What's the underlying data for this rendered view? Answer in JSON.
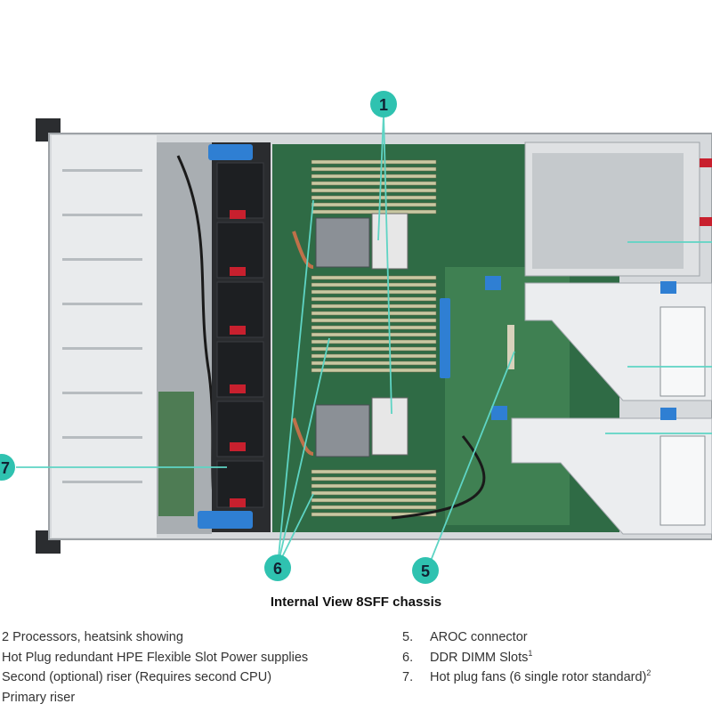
{
  "caption": "Internal View 8SFF chassis",
  "callouts": [
    {
      "id": "c1",
      "label": "1"
    },
    {
      "id": "c5",
      "label": "5"
    },
    {
      "id": "c6",
      "label": "6"
    },
    {
      "id": "c7",
      "label": "7"
    }
  ],
  "legend_left": [
    {
      "text": "2 Processors, heatsink showing"
    },
    {
      "text": "Hot Plug redundant HPE Flexible Slot Power supplies"
    },
    {
      "text": "Second (optional) riser (Requires second CPU)"
    },
    {
      "text": "Primary riser"
    }
  ],
  "legend_right": [
    {
      "num": "5.",
      "text": "AROC connector",
      "sup": ""
    },
    {
      "num": "6.",
      "text": "DDR DIMM Slots",
      "sup": "1"
    },
    {
      "num": "7.",
      "text": "Hot plug fans (6 single rotor standard)",
      "sup": "2"
    }
  ],
  "colors": {
    "callout_fill": "#2fc2b0",
    "callout_line": "#5ed4c4",
    "motherboard": "#2f6b45",
    "chassis": "#cfd3d6",
    "fan_body": "#1d1f22",
    "fan_latch": "#c8202e",
    "blue_handle": "#2f7fd3"
  }
}
